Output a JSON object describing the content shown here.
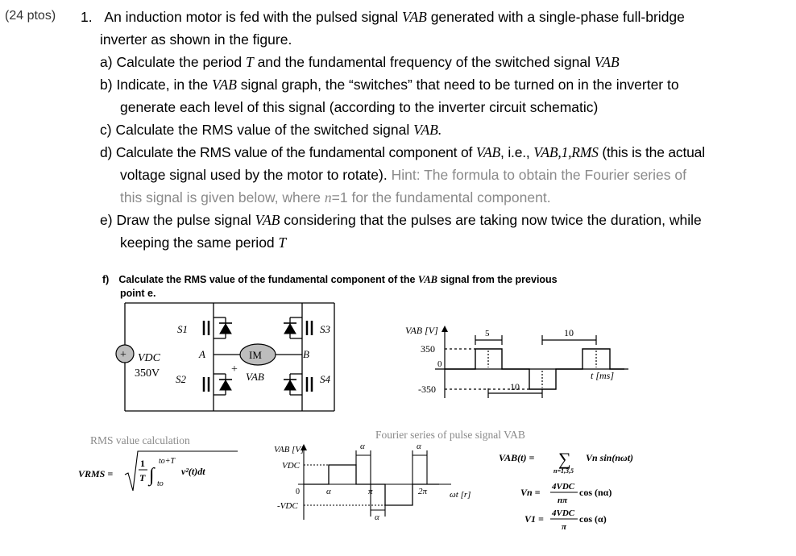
{
  "points": "(24 ptos)",
  "question": {
    "number": "1.",
    "intro_1": "An induction motor is fed with the pulsed signal ",
    "intro_var": "VAB",
    "intro_2": " generated with a single-phase full-bridge",
    "intro_line2": "inverter as shown in the figure.",
    "a_label": "a)",
    "a_text": "Calculate the period ",
    "a_T": "T",
    "a_text2": " and the fundamental frequency of the switched signal ",
    "a_var": "VAB",
    "b_label": "b)",
    "b_text1": "Indicate, in the ",
    "b_var": "VAB",
    "b_text2": " signal graph, the “switches” that need to be turned on in the inverter to",
    "b_line2": "generate each level of this signal (according to the inverter circuit schematic)",
    "c_label": "c)",
    "c_text": "Calculate the RMS value of the switched signal ",
    "c_var": "VAB.",
    "d_label": "d)",
    "d_text1": "Calculate the RMS value of the fundamental component of ",
    "d_var": "VAB",
    "d_text2": ", i.e., ",
    "d_var2": "VAB,1,RMS",
    "d_text3": " (this is the actual",
    "d_line2": "voltage signal used by the motor to rotate). ",
    "d_hint1": "Hint: The formula to obtain the Fourier series of",
    "d_hint2a": "this signal is given below, where ",
    "d_hint_n": "n",
    "d_hint2b": "=1 for the fundamental component.",
    "e_label": "e)",
    "e_text1": "Draw the pulse signal ",
    "e_var": "VAB",
    "e_text2": " considering that the pulses are taking now twice the duration, while",
    "e_line2": "keeping the same period ",
    "e_T": "T",
    "f_label": "f)",
    "f_text1": "Calculate the RMS value of the fundamental component of the ",
    "f_var": "VAB",
    "f_text2": " signal from the previous",
    "f_line2": "point e."
  },
  "circuit": {
    "S1": "S1",
    "S2": "S2",
    "S3": "S3",
    "S4": "S4",
    "A": "A",
    "B": "B",
    "motor": "IM",
    "plus": "+",
    "vab": "VAB",
    "vdc": "VDC",
    "vdc_value": "350V",
    "source_plus": "+"
  },
  "pulse_graph": {
    "ylabel": "VAB [V]",
    "ypos": "350",
    "yzero": "0",
    "yneg": "-350",
    "pulse_width": "5",
    "period_top": "10",
    "period_bottom": "10",
    "xlabel": "t [ms]"
  },
  "rms": {
    "title": "RMS value calculation",
    "lhs": "VRMS =",
    "frac_num": "1",
    "frac_den": "T",
    "upper": "to+T",
    "lower": "to",
    "integrand": "v²(t)dt"
  },
  "fourier_graph": {
    "title": "Fourier series of pulse signal VAB",
    "ylabel": "VAB [V]",
    "ypos": "VDC",
    "yzero": "0",
    "yneg": "-VDC",
    "alpha": "α",
    "pi": "π",
    "two_pi": "2π",
    "xlabel": "ωt [r]"
  },
  "formulas": {
    "vab_lhs": "VAB(t) =",
    "sum_sym": "∑",
    "sum_index": "n=1,3,5",
    "sum_body": "Vn sin(nωt)",
    "vn_lhs": "Vn =",
    "vn_num": "4VDC",
    "vn_den": "nπ",
    "vn_cos": "cos (nα)",
    "v1_lhs": "V1 =",
    "v1_num": "4VDC",
    "v1_den": "π",
    "v1_cos": "cos (α)"
  }
}
